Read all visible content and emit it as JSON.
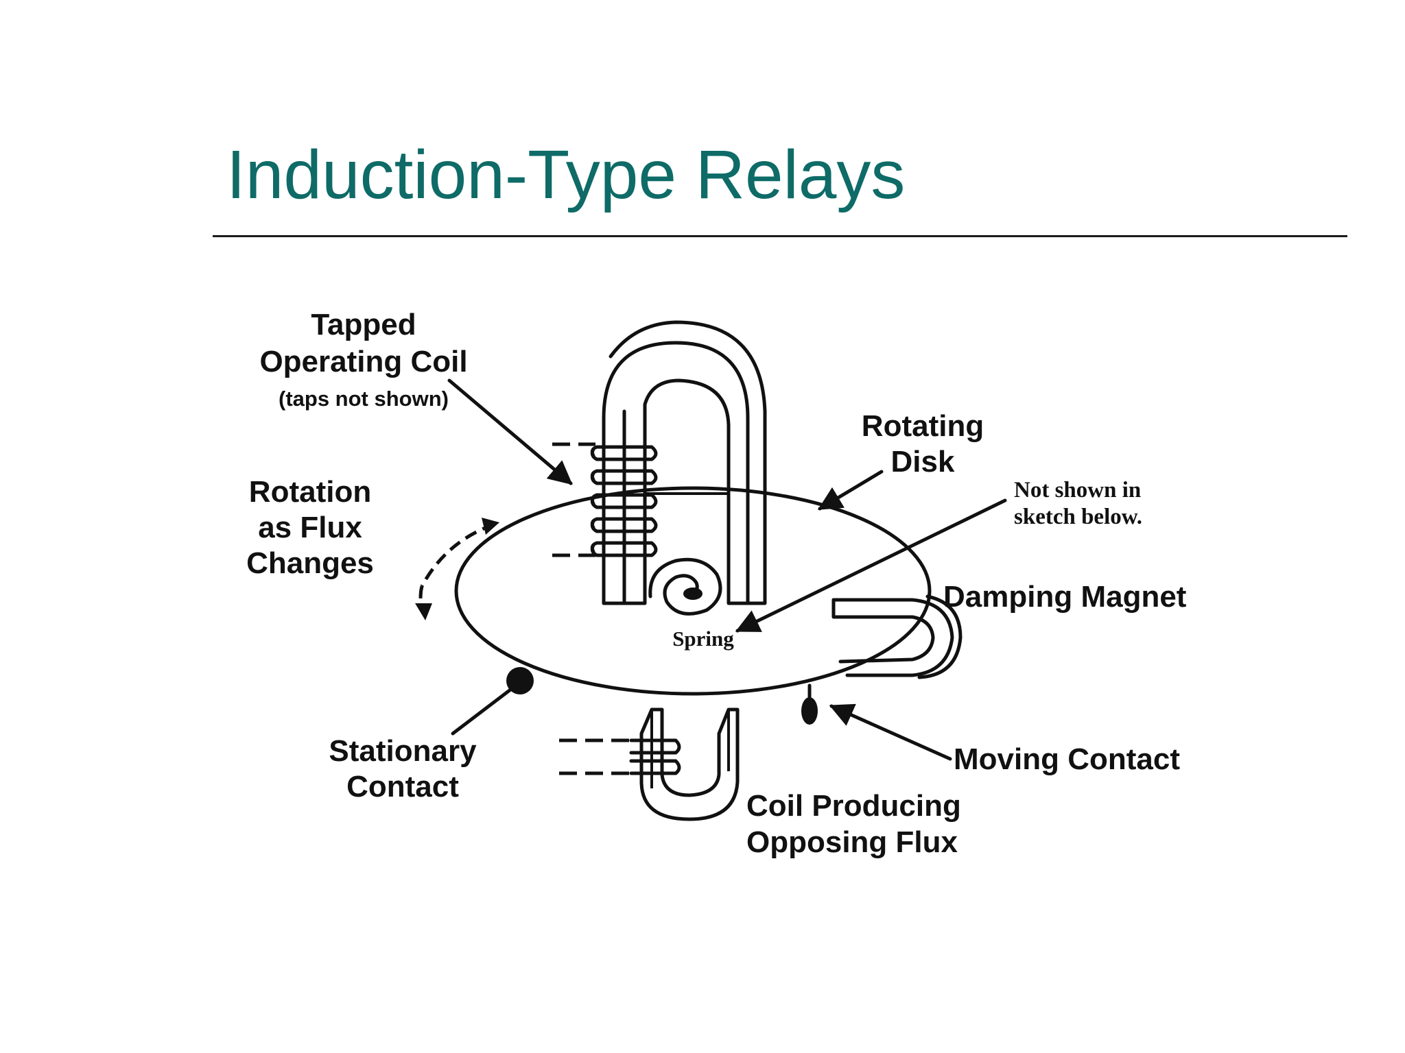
{
  "slide": {
    "title": "Induction-Type Relays"
  },
  "diagram": {
    "labels": {
      "tapped_coil_l1": "Tapped",
      "tapped_coil_l2": "Operating Coil",
      "tapped_coil_l3": "(taps not shown)",
      "rotation_l1": "Rotation",
      "rotation_l2": "as Flux",
      "rotation_l3": "Changes",
      "rotating_disk_l1": "Rotating",
      "rotating_disk_l2": "Disk",
      "not_shown_l1": "Not shown in",
      "not_shown_l2": "sketch below.",
      "damping_magnet": "Damping Magnet",
      "spring": "Spring",
      "stationary_l1": "Stationary",
      "stationary_l2": "Contact",
      "moving_contact": "Moving Contact",
      "opposing_l1": "Coil Producing",
      "opposing_l2": "Opposing Flux"
    }
  }
}
